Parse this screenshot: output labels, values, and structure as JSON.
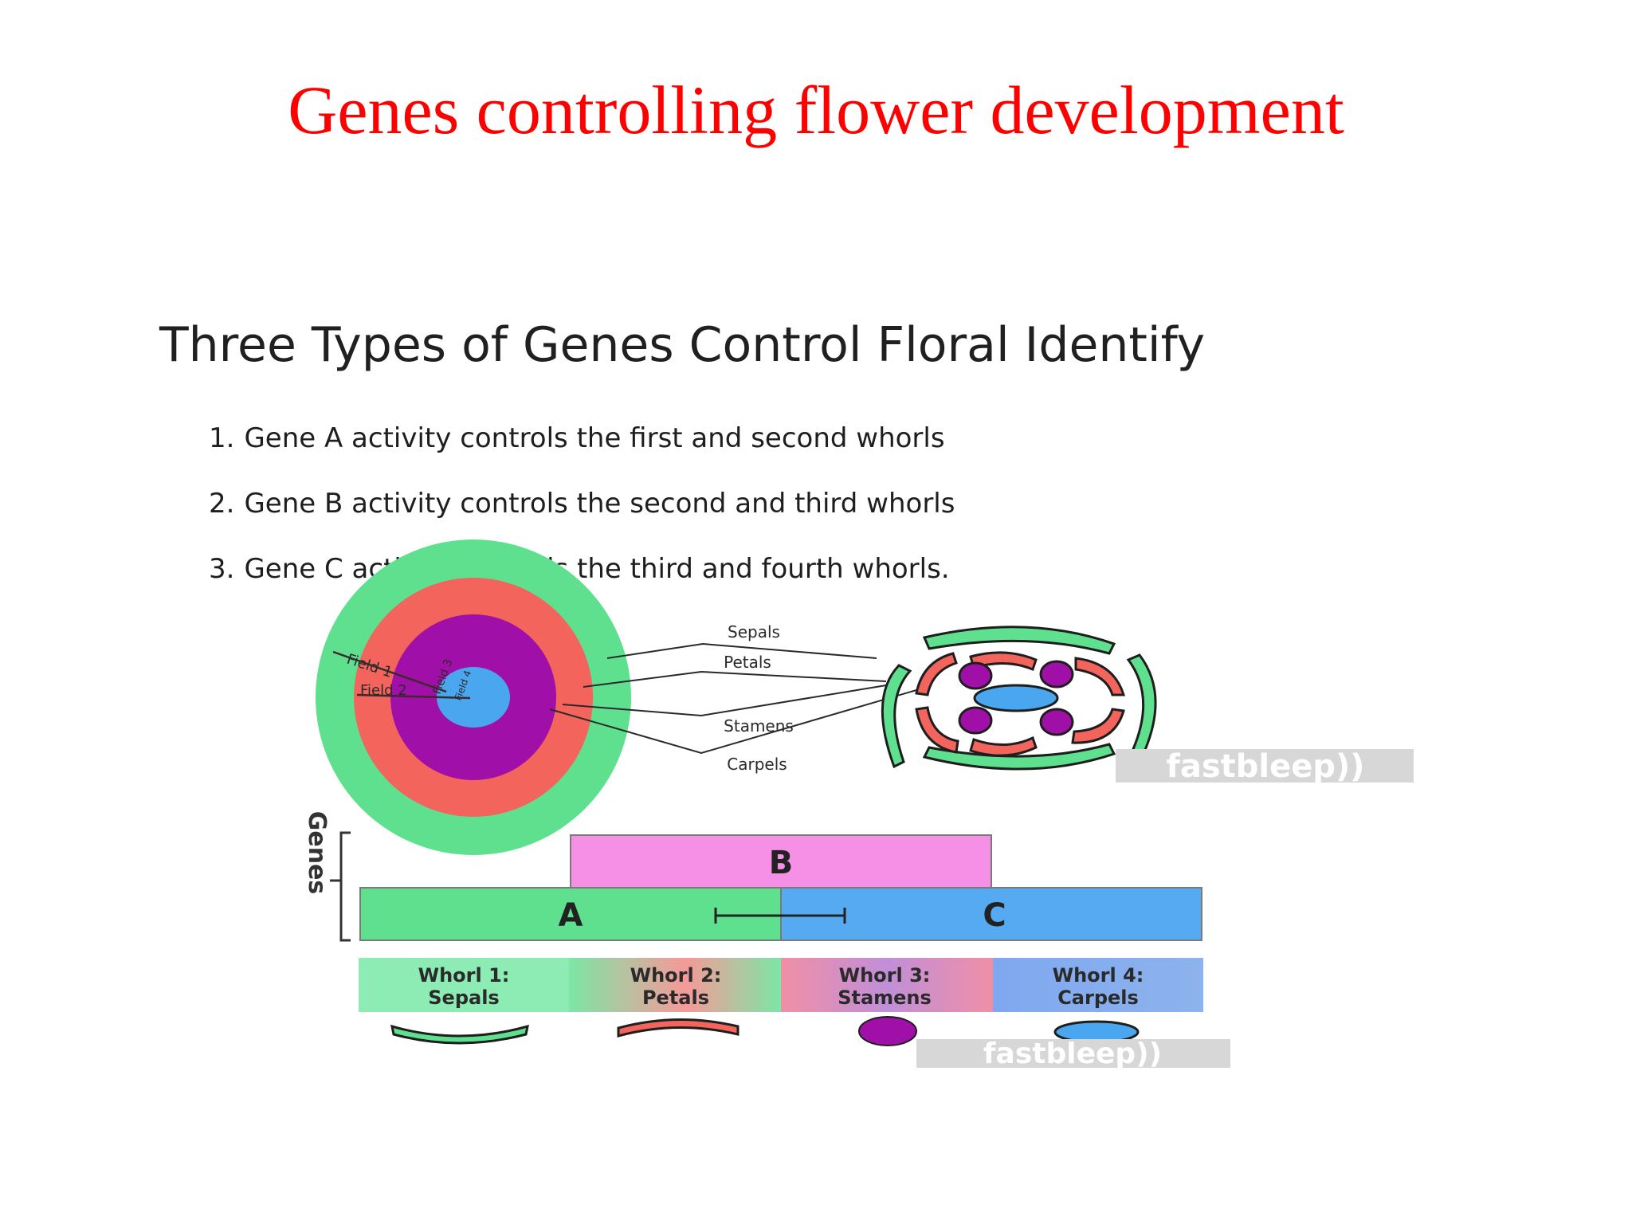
{
  "slide": {
    "title": "Genes controlling flower development",
    "subtitle": "Three Types of Genes Control Floral Identify",
    "points": [
      {
        "num": "1.",
        "text": "Gene A activity controls the first and second whorls"
      },
      {
        "num": "2.",
        "text": "Gene B activity controls the second and third whorls"
      },
      {
        "num": "3.",
        "text": "Gene C activity controls the third and fourth whorls."
      }
    ]
  },
  "flower_diagram": {
    "field_labels": [
      "Field 1",
      "Field 2",
      "Field 3",
      "Field 4"
    ],
    "organ_labels": [
      "Sepals",
      "Petals",
      "Stamens",
      "Carpels"
    ],
    "watermark": "fastbleep))"
  },
  "gene_diagram": {
    "axis_label": "Genes",
    "genes": [
      "B",
      "A",
      "C"
    ],
    "whorls": [
      {
        "line1": "Whorl 1:",
        "line2": "Sepals"
      },
      {
        "line1": "Whorl 2:",
        "line2": "Petals"
      },
      {
        "line1": "Whorl 3:",
        "line2": "Stamens"
      },
      {
        "line1": "Whorl 4:",
        "line2": "Carpels"
      }
    ],
    "watermark": "fastbleep))"
  },
  "colors": {
    "title": "#ff0000",
    "sepal": "#5ee08f",
    "petal": "#f2645c",
    "stamen": "#a010a8",
    "carpel": "#4aa6ef",
    "gene_a": "#5ee08f",
    "gene_b": "#f68fe6",
    "gene_c": "#55aaf2"
  }
}
